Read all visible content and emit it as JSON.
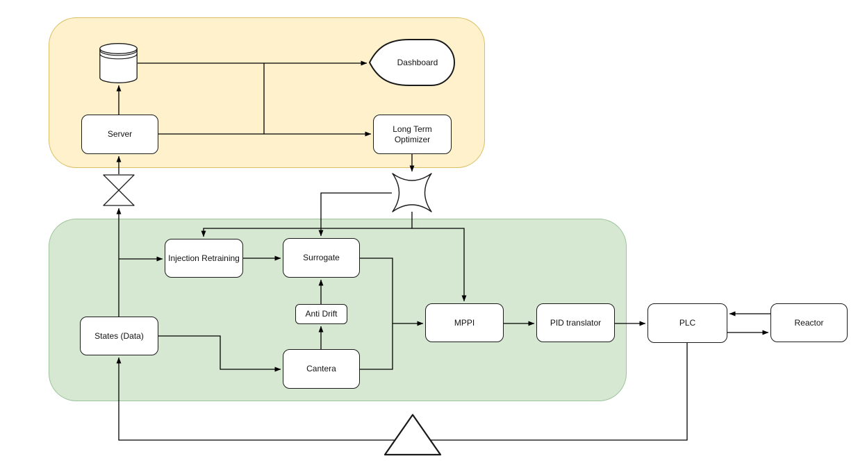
{
  "diagram_type": "flowchart",
  "zones": {
    "training": {
      "name": "training-zone",
      "label": ""
    },
    "control": {
      "name": "control-zone",
      "label": ""
    }
  },
  "nodes": {
    "database": {
      "label": "",
      "shape": "cylinder"
    },
    "dashboard": {
      "label": "Dashboard",
      "shape": "display"
    },
    "server": {
      "label": "Server",
      "shape": "rounded-rect"
    },
    "long_term_optimizer": {
      "label": "Long Term Optimizer",
      "shape": "rounded-rect"
    },
    "valve_crossover": {
      "label": "",
      "shape": "bowtie"
    },
    "distribution_star": {
      "label": "",
      "shape": "concave-star"
    },
    "injection_retraining": {
      "label": "Injection Retraining",
      "shape": "rounded-rect"
    },
    "surrogate": {
      "label": "Surrogate",
      "shape": "rounded-rect"
    },
    "anti_drift": {
      "label": "Anti Drift",
      "shape": "rounded-rect"
    },
    "states_data": {
      "label": "States (Data)",
      "shape": "rounded-rect"
    },
    "cantera": {
      "label": "Cantera",
      "shape": "rounded-rect"
    },
    "mppi": {
      "label": "MPPI",
      "shape": "rounded-rect"
    },
    "pid_translator": {
      "label": "PID translator",
      "shape": "rounded-rect"
    },
    "plc": {
      "label": "PLC",
      "shape": "rounded-rect"
    },
    "reactor": {
      "label": "Reactor",
      "shape": "rounded-rect"
    },
    "delay_triangle": {
      "label": "",
      "shape": "triangle"
    }
  },
  "edges": [
    {
      "from": "states_data",
      "to": "valve_crossover"
    },
    {
      "from": "valve_crossover",
      "to": "server"
    },
    {
      "from": "server",
      "to": "database"
    },
    {
      "from": "database",
      "to": "dashboard"
    },
    {
      "from": "server",
      "to": "dashboard"
    },
    {
      "from": "server",
      "to": "long_term_optimizer"
    },
    {
      "from": "long_term_optimizer",
      "to": "distribution_star"
    },
    {
      "from": "distribution_star",
      "to": "surrogate"
    },
    {
      "from": "distribution_star",
      "to": "injection_retraining"
    },
    {
      "from": "distribution_star",
      "to": "mppi"
    },
    {
      "from": "states_data",
      "to": "injection_retraining"
    },
    {
      "from": "injection_retraining",
      "to": "surrogate"
    },
    {
      "from": "states_data",
      "to": "cantera"
    },
    {
      "from": "cantera",
      "to": "anti_drift"
    },
    {
      "from": "anti_drift",
      "to": "surrogate"
    },
    {
      "from": "surrogate",
      "to": "mppi"
    },
    {
      "from": "cantera",
      "to": "mppi"
    },
    {
      "from": "mppi",
      "to": "pid_translator"
    },
    {
      "from": "pid_translator",
      "to": "plc"
    },
    {
      "from": "plc",
      "to": "reactor"
    },
    {
      "from": "reactor",
      "to": "plc"
    },
    {
      "from": "plc",
      "to": "states_data",
      "via": "delay_triangle"
    }
  ],
  "colors": {
    "training-zone-fill": "#fff1cb",
    "training-zone-stroke": "#d9bf63",
    "control-zone-fill": "#d7e8d2",
    "control-zone-stroke": "#9cc49a",
    "node-fill": "#ffffff",
    "node-stroke": "#1a1a1a",
    "edge-stroke": "#000000"
  }
}
